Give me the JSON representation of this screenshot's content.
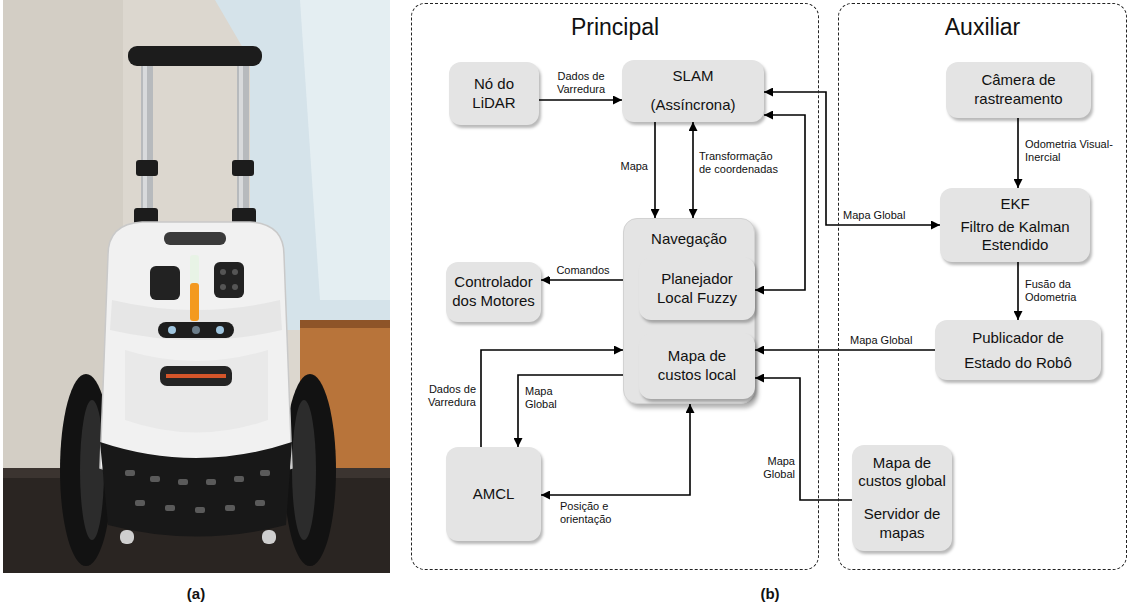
{
  "diagram": {
    "nodes": [
      {
        "text": [
          "Principal"
        ]
      },
      {
        "text": [
          "Auxiliar"
        ]
      },
      {
        "text": [
          "Nó do LiDAR"
        ],
        "in": 0
      },
      {
        "text": [
          "SLAM",
          "(Assíncrona)"
        ],
        "in": 0
      },
      {
        "text": [
          "Navegação"
        ],
        "in": 0
      },
      {
        "text": [
          "Planejador Local Fuzzy"
        ],
        "in": 4
      },
      {
        "text": [
          "Mapa de custos local"
        ],
        "in": 4
      },
      {
        "text": [
          "Controlador dos Motores"
        ],
        "in": 0
      },
      {
        "text": [
          "AMCL"
        ],
        "in": 0
      },
      {
        "text": [
          "Câmera de rastreamento"
        ],
        "in": 1
      },
      {
        "text": [
          "EKF",
          "Filtro de Kalman Estendido"
        ],
        "in": 1
      },
      {
        "text": [
          "Publicador de Estado do Robô"
        ],
        "in": 1
      },
      {
        "text": [
          "Mapa de custos global",
          "Servidor de mapas"
        ],
        "in": 1
      }
    ],
    "edges": [
      {
        "from": 2,
        "to": 3,
        "arrow": "to",
        "label": "Dados de Varredura"
      },
      {
        "from": 3,
        "to": 4,
        "arrow": "to",
        "label": "Mapa"
      },
      {
        "from": 3,
        "to": 4,
        "arrow": "both",
        "label": "Transformação de coordenadas"
      },
      {
        "from": 3,
        "to": 10,
        "arrow": "both",
        "label": "Mapa Global"
      },
      {
        "from": 5,
        "to": 3,
        "arrow": "both"
      },
      {
        "from": 4,
        "to": 7,
        "arrow": "to",
        "label": "Comandos"
      },
      {
        "from": 9,
        "to": 10,
        "arrow": "to",
        "label": "Odometria Visual-Inercial"
      },
      {
        "from": 10,
        "to": 11,
        "arrow": "to",
        "label": "Fusão da Odometria"
      },
      {
        "from": 11,
        "to": 6,
        "arrow": "to",
        "label": "Mapa Global"
      },
      {
        "from": 12,
        "to": 6,
        "arrow": "to",
        "label": "Mapa Global"
      },
      {
        "from": 8,
        "to": 4,
        "arrow": "to",
        "label": "Dados de Varredura"
      },
      {
        "from": 4,
        "to": 8,
        "arrow": "to",
        "label": "Mapa Global"
      },
      {
        "from": 8,
        "to": 4,
        "arrow": "both",
        "label": "Posição e orientação"
      }
    ],
    "labels": [
      "(a)",
      "(b)"
    ]
  }
}
